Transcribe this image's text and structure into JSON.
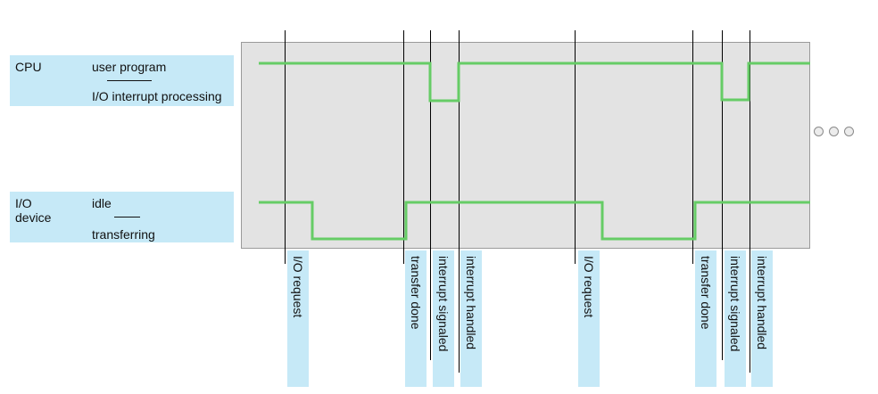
{
  "legend": {
    "cpu": {
      "name": "CPU",
      "state_high": "user program",
      "state_low": "I/O interrupt processing"
    },
    "device": {
      "name_line1": "I/O",
      "name_line2": "device",
      "state_high": "idle",
      "state_low": "transferring"
    }
  },
  "events": [
    {
      "label": "I/O request"
    },
    {
      "label": "transfer done"
    },
    {
      "label": "interrupt signaled"
    },
    {
      "label": "interrupt handled"
    },
    {
      "label": "I/O request"
    },
    {
      "label": "transfer done"
    },
    {
      "label": "interrupt signaled"
    },
    {
      "label": "interrupt handled"
    }
  ],
  "continuation": "more-ellipsis-icon",
  "colors": {
    "signal": "#66cc66",
    "label_bg": "#c6e9f7",
    "timeline_bg": "#e3e3e3"
  }
}
